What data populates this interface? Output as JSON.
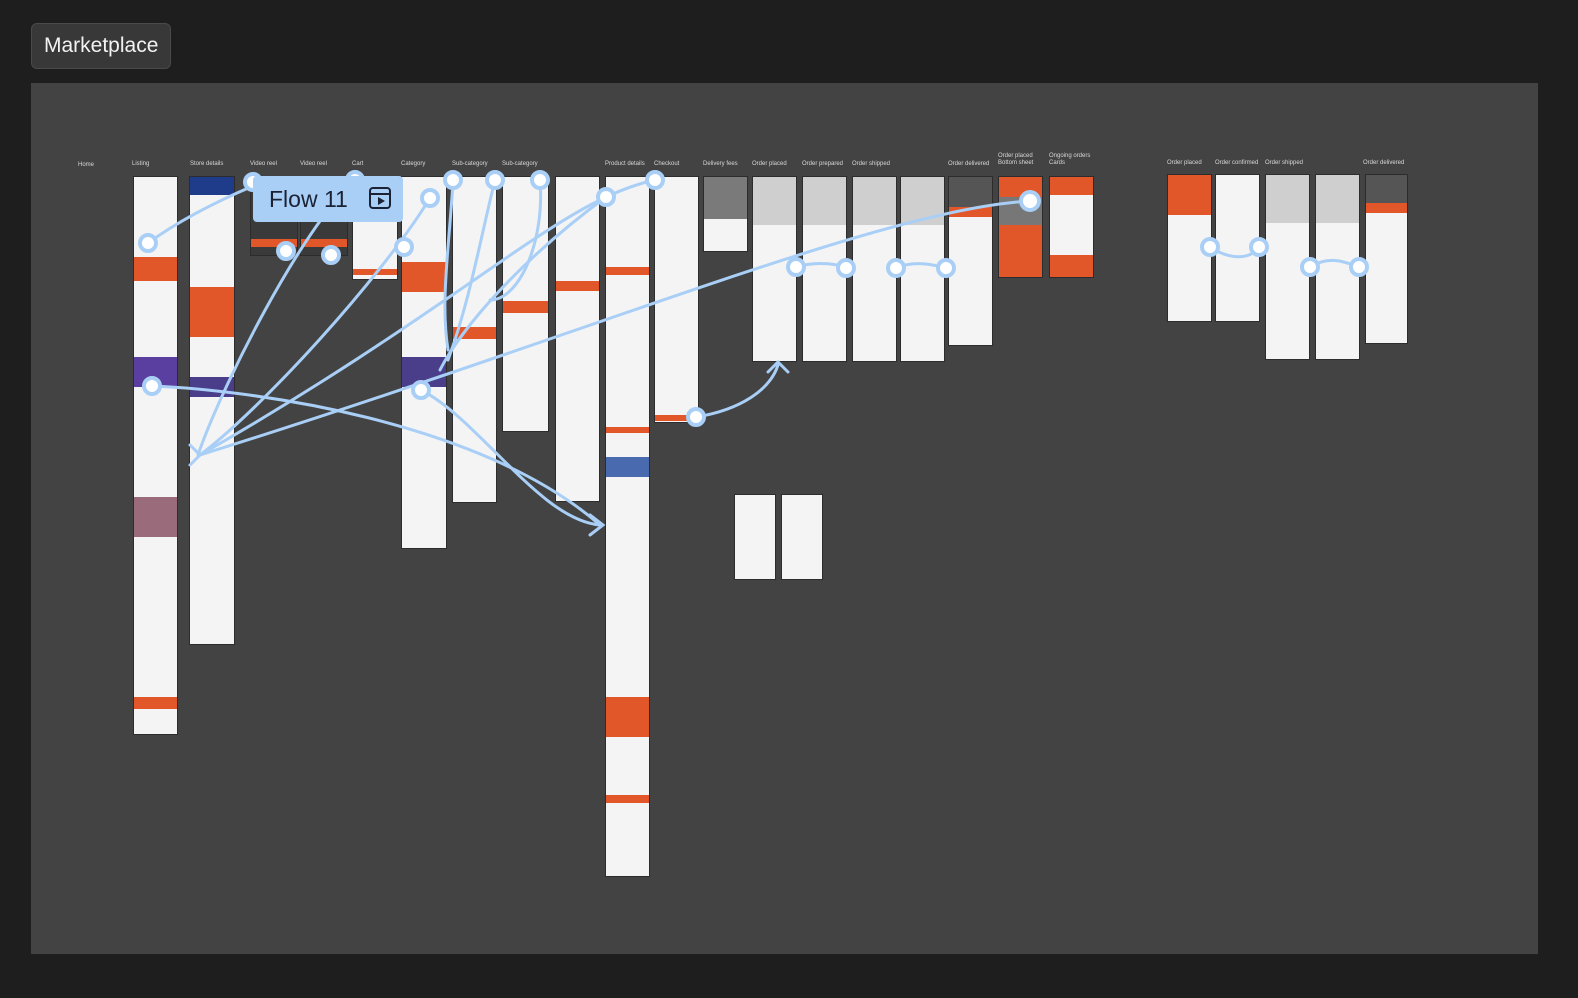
{
  "section": {
    "title": "Marketplace"
  },
  "flow": {
    "label": "Flow 11",
    "icon": "play-flow-icon"
  },
  "labels": {
    "home": "Home",
    "listing": "Listing",
    "store_details": "Store details",
    "video_reel_1": "Video reel",
    "video_reel_2": "Video reel",
    "cart": "Cart",
    "category": "Category",
    "sub_category_1": "Sub-category",
    "sub_category_2": "Sub-category",
    "product_details": "Product details",
    "checkout": "Checkout",
    "delivery_fees": "Delivery fees",
    "order_placed_1": "Order placed",
    "order_prepared": "Order prepared",
    "order_shipped_1": "Order shipped",
    "order_delivered_1": "Order delivered",
    "order_placed_bottom_sheet_line1": "Order placed",
    "order_placed_bottom_sheet_line2": "Bottom sheet",
    "ongoing_orders_line1": "Ongoing orders",
    "ongoing_orders_line2": "Cards",
    "order_placed_2": "Order placed",
    "order_confirmed": "Order confirmed",
    "order_shipped_2": "Order shipped",
    "order_delivered_2": "Order delivered"
  },
  "colors": {
    "canvas": "#1e1e1e",
    "section": "#434343",
    "wire": "#a9cff7",
    "accent": "#e2572a",
    "frame": "#f4f4f4"
  }
}
